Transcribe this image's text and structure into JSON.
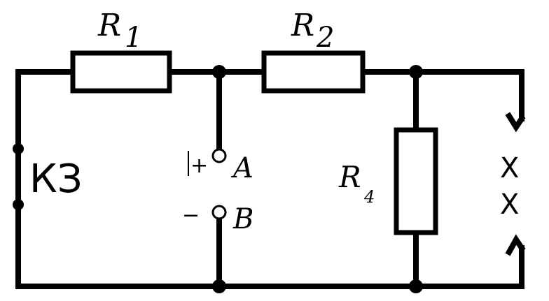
{
  "labels": {
    "r1_main": "R",
    "r1_sub": "1",
    "r2_main": "R",
    "r2_sub": "2",
    "r4_main": "R",
    "r4_sub": "4",
    "terminal_a": "A",
    "terminal_b": "B",
    "plus": "+",
    "minus": "−",
    "short_circuit": "КЗ",
    "break_mark_top": "X",
    "break_mark_bottom": "X"
  },
  "colors": {
    "ink": "#000000",
    "background": "#ffffff"
  }
}
